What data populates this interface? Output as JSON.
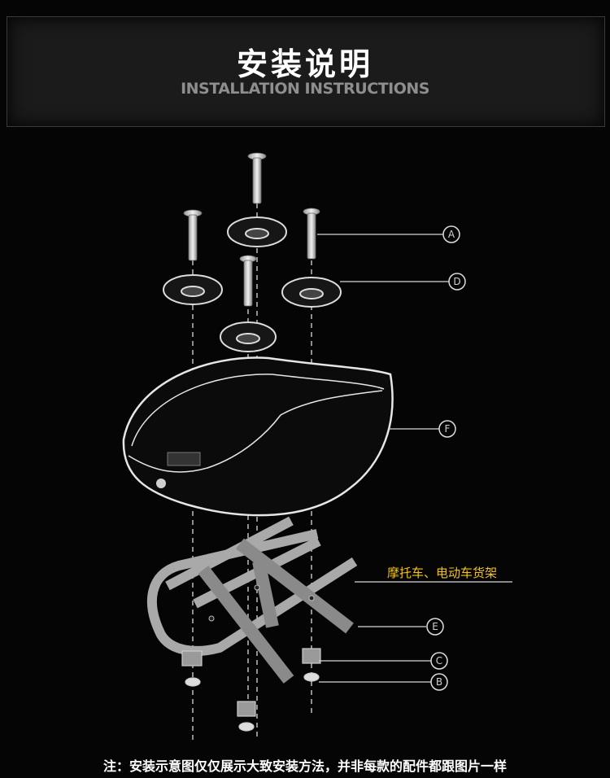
{
  "header": {
    "title_cn": "安装说明",
    "title_en": "INSTALLATION INSTRUCTIONS"
  },
  "callouts": {
    "a": "A",
    "b": "B",
    "c": "C",
    "d": "D",
    "e": "E",
    "f": "F"
  },
  "rack_label": "摩托车、电动车货架",
  "footer_note": "注：安装示意图仅仅展示大致安装方法，并非每款的配件都跟图片一样",
  "colors": {
    "background": "#050505",
    "accent": "#f2c318",
    "line": "#d8d8d8"
  }
}
